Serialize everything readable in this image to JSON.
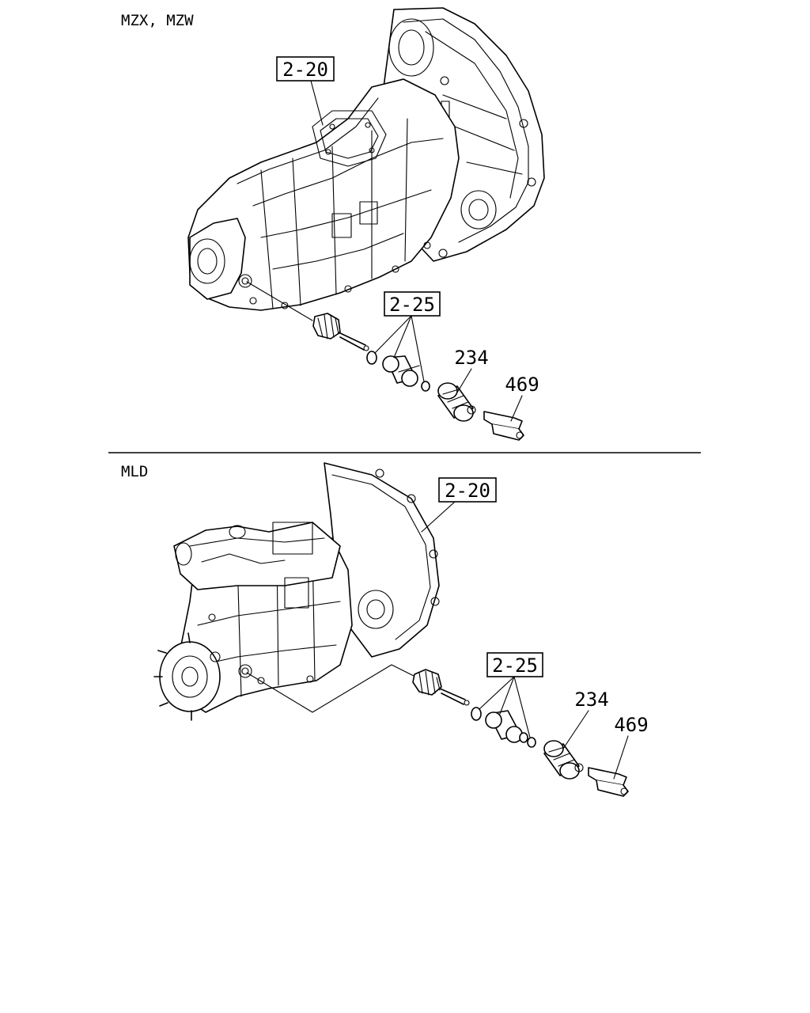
{
  "sections": [
    {
      "label": "MZX, MZW",
      "callouts": {
        "housing_ref": "2-20",
        "kit_ref": "2-25",
        "sensor_part": "234",
        "clip_part": "469"
      }
    },
    {
      "label": "MLD",
      "callouts": {
        "housing_ref": "2-20",
        "kit_ref": "2-25",
        "sensor_part": "234",
        "clip_part": "469"
      }
    }
  ]
}
